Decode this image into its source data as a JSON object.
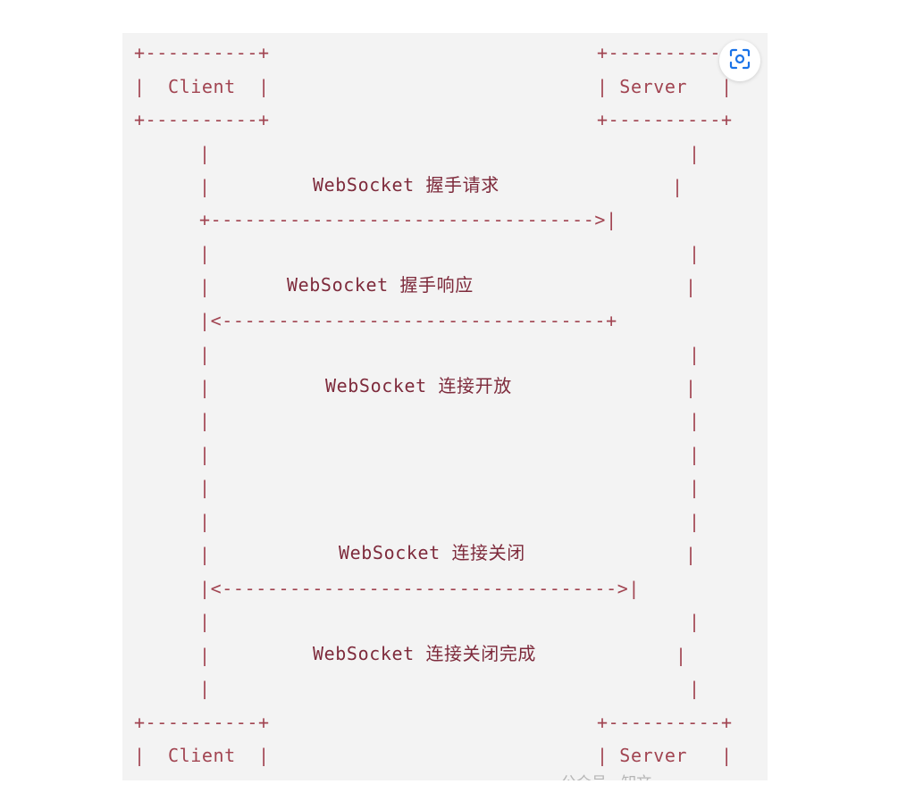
{
  "diagram": {
    "client_label": "Client",
    "server_label": "Server",
    "messages": [
      {
        "ascii": "WebSocket",
        "cjk": "握手请求"
      },
      {
        "ascii": "WebSocket",
        "cjk": "握手响应"
      },
      {
        "ascii": "WebSocket",
        "cjk": "连接开放"
      },
      {
        "ascii": "WebSocket",
        "cjk": "连接关闭"
      },
      {
        "ascii": "WebSocket",
        "cjk": "连接关闭完成"
      }
    ]
  },
  "overlay": {
    "scan_icon": "scan-icon",
    "watermark": "公众号 · 知文"
  },
  "colors": {
    "ascii_art": "#a14451",
    "message_text": "#7e2b3c",
    "panel_bg": "#f3f3f3",
    "icon_accent": "#1a73e8"
  }
}
